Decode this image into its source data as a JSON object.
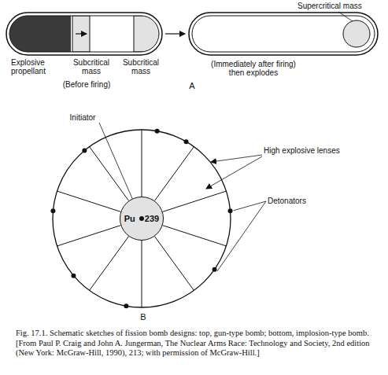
{
  "diagram": {
    "caption": "Fig. 17.1. Schematic sketches of fission bomb designs: top, gun-type bomb; bottom, implosion-type bomb. [From Paul P. Craig and John A. Jungerman, The Nuclear Arms Race: Technology and Society, 2nd edition (New York: McGraw-Hill, 1990), 213; with permission of McGraw-Hill.]",
    "nodes": [
      {
        "text": [
          "Pu",
          "239"
        ]
      }
    ],
    "labels": [
      "Supercritical mass",
      "Explosive propellant",
      "Subcritical mass",
      "Subcritical mass",
      "(Before firing)",
      "(Immediately after firing) then explodes",
      "A",
      "Initiator",
      "High explosive lenses",
      "Detonators",
      "B"
    ]
  }
}
